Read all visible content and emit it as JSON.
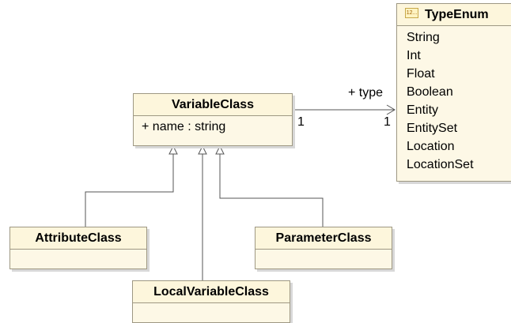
{
  "diagram": {
    "variable_class": {
      "name": "VariableClass",
      "attributes": [
        "+ name : string"
      ]
    },
    "type_enum": {
      "icon": "enumeration-icon",
      "icon_text": "12...",
      "name": "TypeEnum",
      "literals": [
        "String",
        "Int",
        "Float",
        "Boolean",
        "Entity",
        "EntitySet",
        "Location",
        "LocationSet"
      ]
    },
    "attribute_class": {
      "name": "AttributeClass"
    },
    "parameter_class": {
      "name": "ParameterClass"
    },
    "local_variable_class": {
      "name": "LocalVariableClass"
    },
    "association": {
      "role": "+ type",
      "source_multiplicity": "1",
      "target_multiplicity": "1"
    },
    "colors": {
      "class_fill": "#fdf8e6",
      "class_border": "#9e9883",
      "line": "#555555"
    }
  }
}
